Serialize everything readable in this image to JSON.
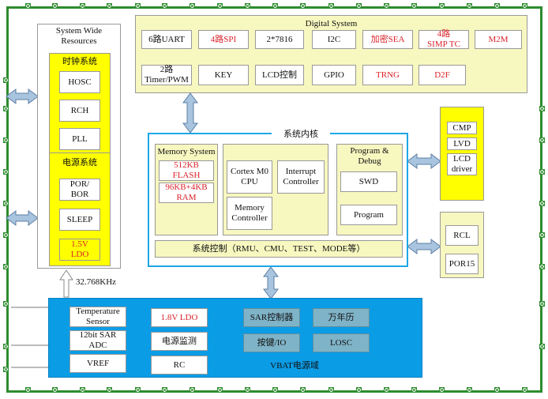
{
  "colors": {
    "outer_border": "#2e8b2e",
    "light_yellow": "#f7f7c0",
    "yellow": "#ffff00",
    "blue_border": "#1ea7e6",
    "vbat_blue": "#0b9ce6",
    "arrow": "#a9c4df",
    "red_text": "#d9232a"
  },
  "resources": {
    "title": "System Wide\nResources",
    "clock": {
      "title": "时钟系统",
      "items": [
        "HOSC",
        "RCH",
        "PLL"
      ]
    },
    "power": {
      "title": "电源系统",
      "items": [
        "POR/\nBOR",
        "SLEEP",
        "1.5V\nLDO"
      ]
    }
  },
  "digital": {
    "title": "Digital System",
    "row1": [
      "6路UART",
      "4路SPI",
      "2*7816",
      "I2C",
      "加密SEA",
      "4路\nSIMP TC",
      "M2M"
    ],
    "row2": [
      "2路\nTimer/PWM",
      "KEY",
      "LCD控制",
      "GPIO",
      "TRNG",
      "D2F"
    ]
  },
  "core": {
    "title": "系统内核",
    "memory": {
      "title": "Memory System",
      "items": [
        "512KB\nFLASH",
        "96KB+4KB\nRAM"
      ]
    },
    "cpu": {
      "cortex": "Cortex M0\nCPU",
      "interrupt": "Interrupt\nController",
      "memctrl": "Memory\nController"
    },
    "debug": {
      "title": "Program &\nDebug",
      "items": [
        "SWD",
        "Program"
      ]
    },
    "control": "系统控制（RMU、CMU、TEST、MODE等）"
  },
  "right_top": [
    "CMP",
    "LVD",
    "LCD\ndriver"
  ],
  "right_bottom": [
    "RCL",
    "POR15"
  ],
  "clock_label": "32.768KHz",
  "vbat": {
    "title": "VBAT电源域",
    "left": [
      "Temperature\nSensor",
      "12bit SAR\nADC",
      "VREF"
    ],
    "mid": [
      "1.8V LDO",
      "电源监测",
      "RC"
    ],
    "right": [
      "SAR控制器",
      "万年历",
      "按键/IO",
      "LOSC"
    ]
  }
}
